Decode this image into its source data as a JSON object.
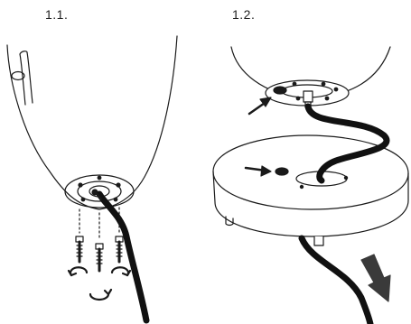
{
  "steps": [
    {
      "label": "1.1."
    },
    {
      "label": "1.2."
    }
  ],
  "colors": {
    "line": "#1a1a1a",
    "cable": "#111111",
    "arrow": "#3a3a3a",
    "background": "#ffffff"
  },
  "icons": [
    "screw-icon",
    "rotate-arrow-icon",
    "direction-arrow-icon",
    "power-cable",
    "lamp-body",
    "lamp-base"
  ]
}
